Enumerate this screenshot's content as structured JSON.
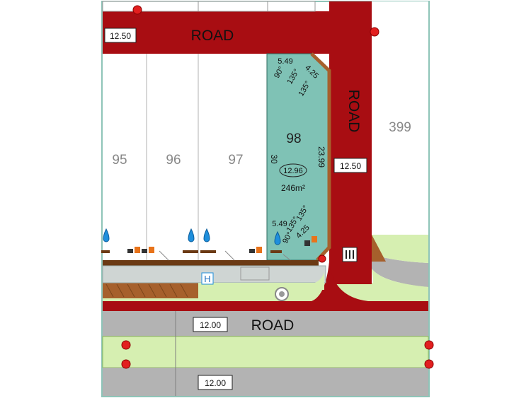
{
  "roads": {
    "top": {
      "name": "ROAD",
      "width": "12.50"
    },
    "right": {
      "name": "ROAD",
      "width": "12.50"
    },
    "bottom": {
      "name": "ROAD",
      "width_upper": "12.00",
      "width_lower": "12.00"
    }
  },
  "lots": [
    {
      "number": "95"
    },
    {
      "number": "96"
    },
    {
      "number": "97"
    },
    {
      "number": "98",
      "frontage": "12.96",
      "area": "246m²",
      "depth": "30",
      "side": "23.99",
      "dims_top": [
        "5.49",
        "90°",
        "135°",
        "4.25",
        "135°"
      ],
      "dims_bottom": [
        "5.49",
        "90°",
        "135°",
        "135°",
        "4.25"
      ]
    },
    {
      "number": "399"
    }
  ],
  "symbols": {
    "hydrant_label": "H"
  },
  "colors": {
    "road": "#a80d12",
    "lot_highlight": "#7fc2b5",
    "verge": "#d6efb1",
    "carriageway": "#b3b3b3",
    "frame": "#8ec4b8",
    "driveway": "#a6602c"
  }
}
